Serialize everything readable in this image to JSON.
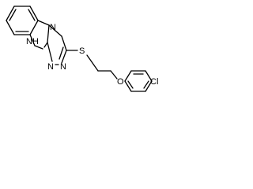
{
  "molecule": {
    "atoms": {
      "nh": "NH",
      "n_ring_top": "N",
      "n_bottom_left": "N",
      "n_bottom_right": "N",
      "s": "S",
      "o": "O",
      "cl": "Cl"
    }
  }
}
